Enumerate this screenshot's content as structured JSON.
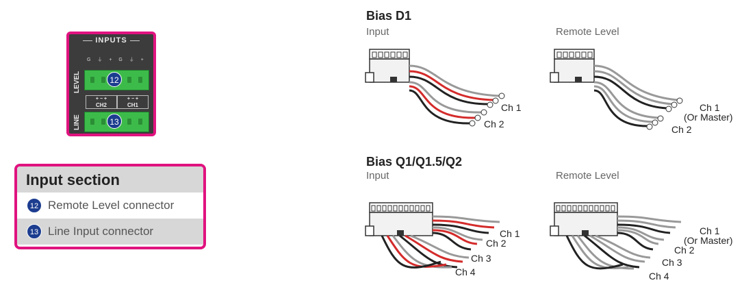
{
  "panel": {
    "title": "INPUTS",
    "pin_labels": "G ⏚ + G ⏚ +",
    "level_label": "LEVEL",
    "line_label": "LINE",
    "ch2": "CH2",
    "ch1": "CH1",
    "level_badge": "12",
    "line_badge": "13"
  },
  "legend": {
    "title": "Input section",
    "items": [
      {
        "number": "12",
        "label": "Remote Level connector"
      },
      {
        "number": "13",
        "label": "Line Input connector"
      }
    ]
  },
  "sections": [
    {
      "heading": "Bias D1",
      "input_label": "Input",
      "remote_label": "Remote Level",
      "input_channels": [
        "Ch 1",
        "Ch 2"
      ],
      "remote_channels": [
        "Ch 1",
        "(Or Master)",
        "Ch 2"
      ]
    },
    {
      "heading": "Bias Q1/Q1.5/Q2",
      "input_label": "Input",
      "remote_label": "Remote Level",
      "input_channels": [
        "Ch 1",
        "Ch 2",
        "Ch 3",
        "Ch 4"
      ],
      "remote_channels": [
        "Ch 1",
        "(Or Master)",
        "Ch 2",
        "Ch 3",
        "Ch 4"
      ]
    }
  ],
  "colors": {
    "accent": "#e0137f",
    "badge": "#1c3d8f",
    "terminal_green": "#3dbb4a",
    "wire_red": "#d42b2b"
  }
}
